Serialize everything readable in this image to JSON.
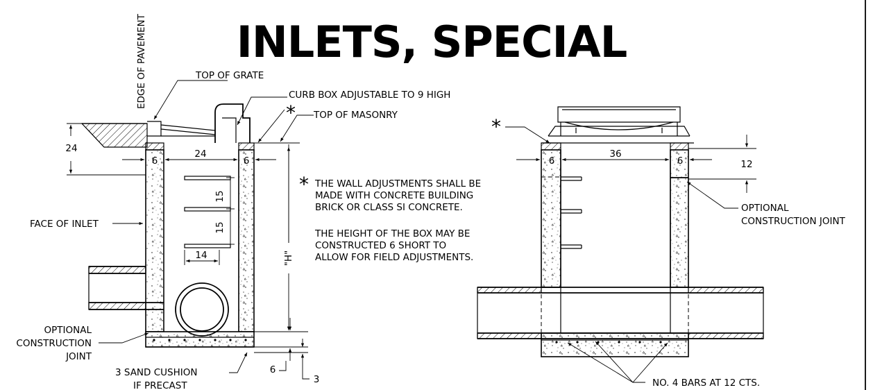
{
  "title": "INLETS, SPECIAL",
  "labels": {
    "edge_of_pavement": "EDGE OF PAVEMENT",
    "top_of_grate": "TOP OF GRATE",
    "curb_box": "CURB BOX ADJUSTABLE TO 9 HIGH",
    "top_of_masonry": "TOP OF MASONRY",
    "face_of_inlet": "FACE OF INLET",
    "optional_joint_left_1": "OPTIONAL",
    "optional_joint_left_2": "CONSTRUCTION",
    "optional_joint_left_3": "JOINT",
    "sand_cushion_1": "3  SAND CUSHION",
    "sand_cushion_2": "IF PRECAST",
    "optional_joint_right_1": "OPTIONAL",
    "optional_joint_right_2": "CONSTRUCTION JOINT",
    "bars": "NO. 4 BARS AT 12 CTS.",
    "height": "\"H\"",
    "asterisk": "*"
  },
  "notes": {
    "note1_line1": "THE WALL ADJUSTMENTS SHALL BE",
    "note1_line2": "MADE WITH CONCRETE BUILDING",
    "note1_line3": "BRICK OR CLASS SI CONCRETE.",
    "note2_line1": "THE HEIGHT OF THE BOX MAY BE",
    "note2_line2": "CONSTRUCTED 6 SHORT TO",
    "note2_line3": "ALLOW FOR FIELD ADJUSTMENTS."
  },
  "dimensions": {
    "curb_height": "24",
    "wall_left": "6",
    "inner_width_left": "24",
    "wall_right": "6",
    "step_spacing_1": "15",
    "step_spacing_2": "15",
    "step_width": "14",
    "slab": "6",
    "sand": "3",
    "wall_right_view_left": "6",
    "inner_width_right": "36",
    "wall_right_view_right": "6",
    "adjust_height": "12"
  }
}
